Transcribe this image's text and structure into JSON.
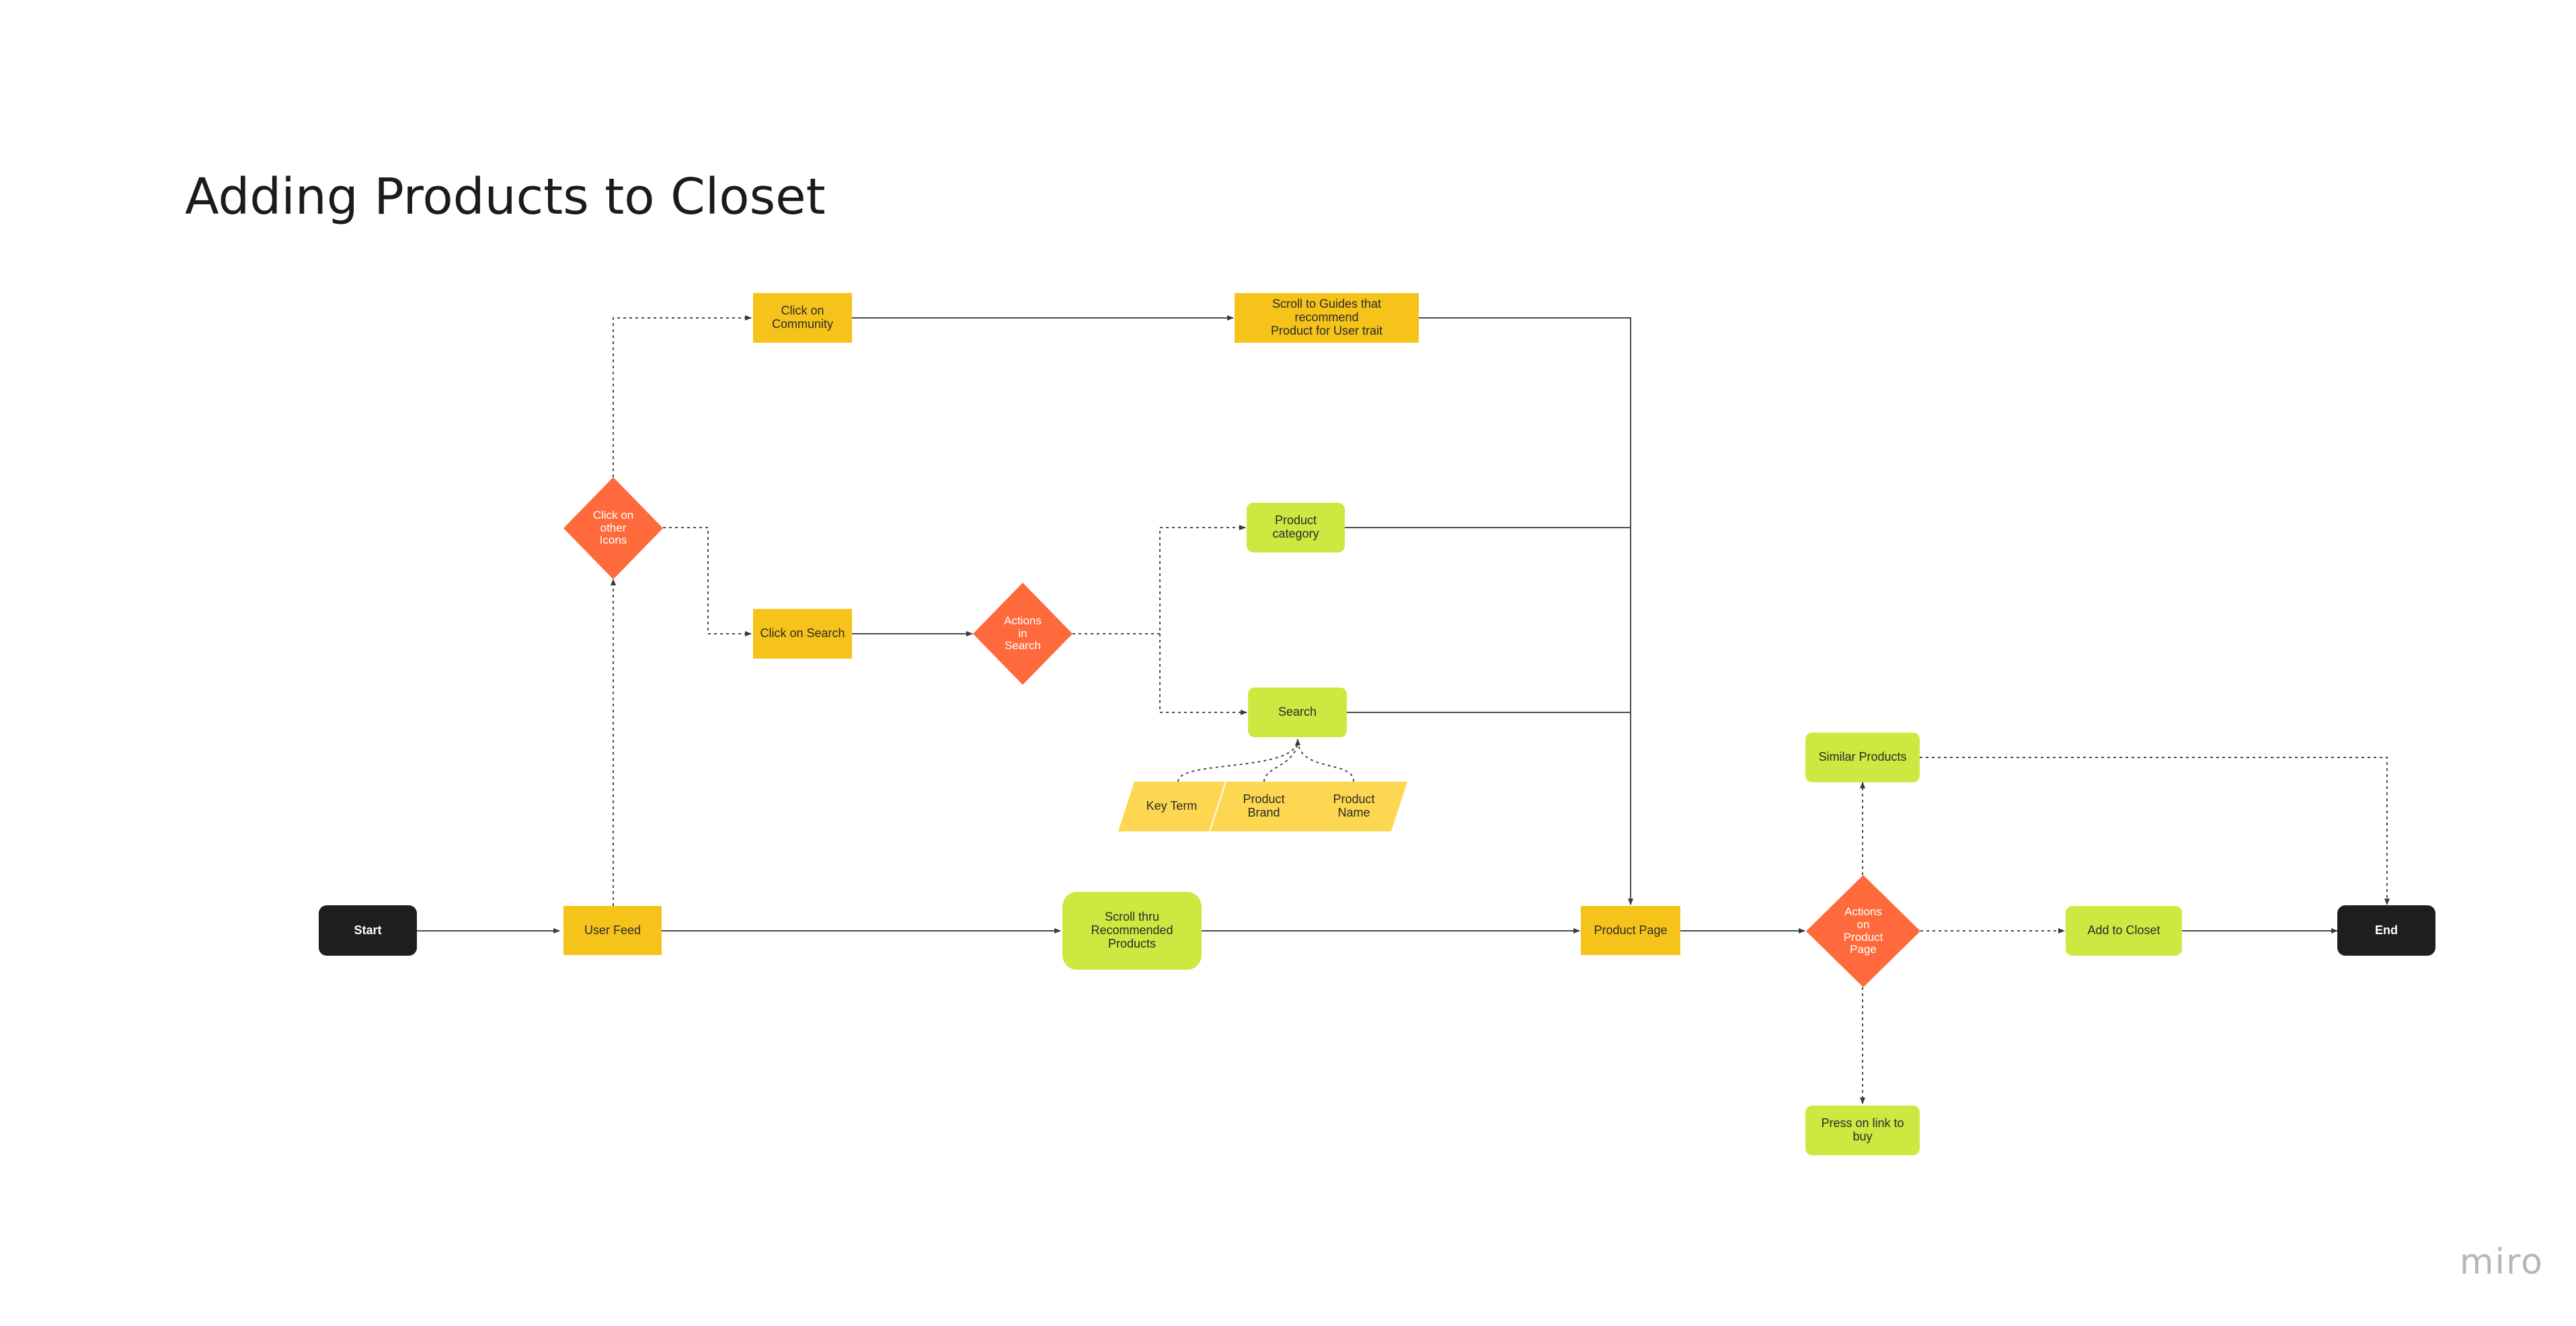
{
  "board": {
    "title": "Adding Products to Closet",
    "logo_text": "miro"
  },
  "nodes": {
    "start": "Start",
    "user_feed": "User Feed",
    "click_other_icons": "Click on\nother\nIcons",
    "click_community": "Click on\nCommunity",
    "scroll_guides": "Scroll to Guides that recommend\nProduct for User trait",
    "click_search": "Click on Search",
    "actions_in_search": "Actions\nin\nSearch",
    "product_category": "Product category",
    "search": "Search",
    "key_term": "Key Term",
    "product_brand": "Product\nBrand",
    "product_name": "Product\nName",
    "scroll_recommended": "Scroll thru\nRecommended Products",
    "product_page": "Product Page",
    "actions_product_page": "Actions\non\nProduct\nPage",
    "similar_products": "Similar Products",
    "add_to_closet": "Add to Closet",
    "press_link_buy": "Press on link to buy",
    "end": "End"
  },
  "colors": {
    "process": "#f6c31a",
    "option": "#cee741",
    "decision": "#fe6a3c",
    "input": "#fdd751",
    "terminal": "#1e1e1e",
    "connector": "#4a4a4a"
  }
}
